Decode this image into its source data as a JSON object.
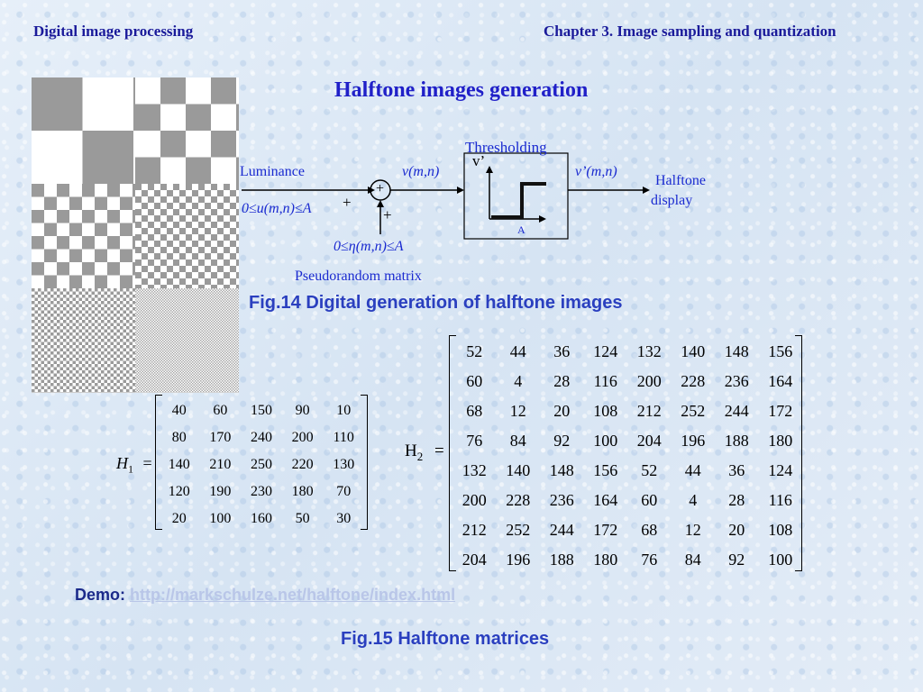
{
  "header": {
    "left": "Digital image processing",
    "right": "Chapter 3.  Image sampling and quantization"
  },
  "title": "Halftone images generation",
  "diagram": {
    "luminance_label": "Luminance",
    "u_range": "0≤u(m,n)≤A",
    "v_label": "v(m,n)",
    "vprime_label": "v’(m,n)",
    "plus_top": "+",
    "plus_bottom": "+",
    "sum_symbol": "+",
    "threshold_label": "Thresholding",
    "threshold_y_label": "v’",
    "threshold_x_label": "A",
    "eta_range": "0≤η(m,n)≤A",
    "pseudorandom_label": "Pseudorandom matrix",
    "halftone_line1": "Halftone",
    "halftone_line2": "display"
  },
  "fig14_caption": "Fig.14 Digital generation of halftone images",
  "h1": {
    "label": "H",
    "subscript": "1",
    "equals": "=",
    "rows": [
      [
        "40",
        "60",
        "150",
        "90",
        "10"
      ],
      [
        "80",
        "170",
        "240",
        "200",
        "110"
      ],
      [
        "140",
        "210",
        "250",
        "220",
        "130"
      ],
      [
        "120",
        "190",
        "230",
        "180",
        "70"
      ],
      [
        "20",
        "100",
        "160",
        "50",
        "30"
      ]
    ]
  },
  "h2": {
    "label": "H",
    "subscript": "2",
    "equals": "=",
    "rows": [
      [
        "52",
        "44",
        "36",
        "124",
        "132",
        "140",
        "148",
        "156"
      ],
      [
        "60",
        "4",
        "28",
        "116",
        "200",
        "228",
        "236",
        "164"
      ],
      [
        "68",
        "12",
        "20",
        "108",
        "212",
        "252",
        "244",
        "172"
      ],
      [
        "76",
        "84",
        "92",
        "100",
        "204",
        "196",
        "188",
        "180"
      ],
      [
        "132",
        "140",
        "148",
        "156",
        "52",
        "44",
        "36",
        "124"
      ],
      [
        "200",
        "228",
        "236",
        "164",
        "60",
        "4",
        "28",
        "116"
      ],
      [
        "212",
        "252",
        "244",
        "172",
        "68",
        "12",
        "20",
        "108"
      ],
      [
        "204",
        "196",
        "188",
        "180",
        "76",
        "84",
        "92",
        "100"
      ]
    ]
  },
  "demo": {
    "label": "Demo:",
    "link": "http://markschulze.net/halftone/index.html"
  },
  "fig15_caption": "Fig.15  Halftone matrices",
  "colors": {
    "header": "#1a1a9a",
    "title": "#2020c8",
    "caption": "#2a3fbf",
    "diagram_text": "#1a2ad0",
    "link": "#b9c6e8",
    "pattern_gray": "#9a9a9a"
  }
}
